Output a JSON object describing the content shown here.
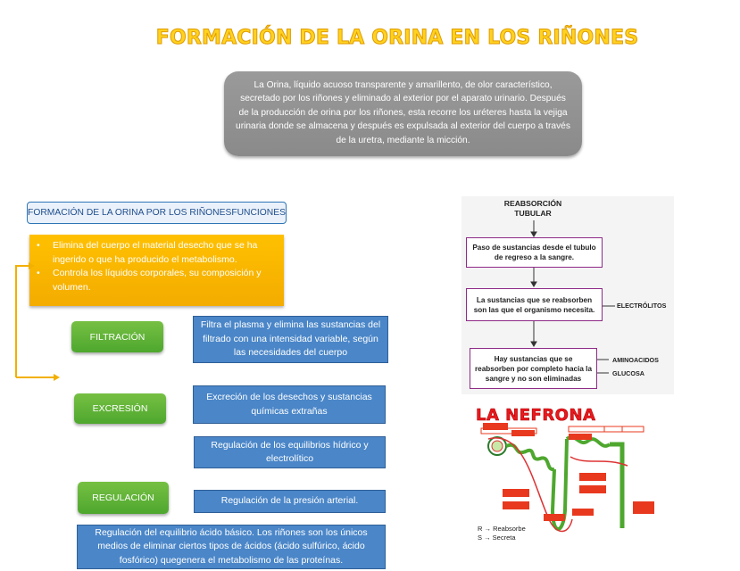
{
  "title": "FORMACIÓN DE LA ORINA EN LOS RIÑONES",
  "intro": "La Orina, líquido acuoso transparente y amarillento, de olor característico, secretado por los riñones y eliminado al exterior por el aparato urinario. Después de la producción de orina por los riñones, esta recorre los uréteres hasta la vejiga urinaria donde se almacena y después es expulsada al exterior del cuerpo a través de la uretra, mediante la micción.",
  "functions_header": "FORMACIÓN DE LA ORINA POR LOS RIÑONESFUNCIONES",
  "functions": [
    "Elimina del cuerpo el material desecho que se ha ingerido o que ha producido el metabolismo.",
    "Controla los líquidos corporales, su composición y volumen."
  ],
  "processes": {
    "filtracion": {
      "label": "FILTRACIÓN",
      "desc": "Filtra el plasma y elimina las sustancias del filtrado con una intensidad variable, según las necesidades del cuerpo"
    },
    "excresion": {
      "label": "EXCRESIÓN",
      "desc": "Excreción de los desechos y sustancias químicas extrañas"
    },
    "regulacion": {
      "label": "REGULACIÓN",
      "desc_1": "Regulación de los equilibrios hídrico y electrolítico",
      "desc_2": "Regulación de la presión arterial.",
      "desc_3": "Regulación del equilibrio ácido básico. Los riñones son los únicos medios de eliminar ciertos tipos de ácidos (ácido sulfúrico, ácido fosfórico) quegenera el metabolismo de las proteínas."
    }
  },
  "flowchart": {
    "title": "REABSORCIÓN TUBULAR",
    "step1": "Paso de sustancias desde el tubulo de regreso a la sangre.",
    "step2": "La sustancias que se reabsorben son las que el organismo necesita.",
    "step2_side": "ELECTRÓLITOS",
    "step3": "Hay sustancias que se reabsorben por completo hacia la sangre y no son eliminadas",
    "step3_side_1": "AMINOACIDOS",
    "step3_side_2": "GLUCOSA"
  },
  "nefrona": {
    "title": "LA NEFRONA",
    "legend_r": "R → Reabsorbe",
    "legend_s": "S → Secreta"
  },
  "colors": {
    "title": "#ffd21f",
    "orange": "#ffc000",
    "green": "#5aad34",
    "blue": "#4a86c8",
    "purple": "#8e2a86"
  }
}
